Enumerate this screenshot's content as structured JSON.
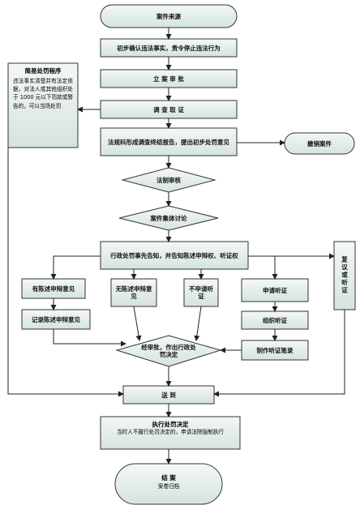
{
  "nodes": {
    "source": "案件来源",
    "confirm": "初步确认违法事实，责令停止违法行为",
    "filing": "立 案 审 批",
    "investigate": "调 查 取 证",
    "report": "法规科形成调查终结报告，提出初步处罚意见",
    "cancel": "撤销案件",
    "legal_review": "法制审核",
    "collective": "案件集体讨论",
    "notice": "行政处罚事先告知，并告知陈述申辩权、听证权",
    "simple_title": "简易处罚程序",
    "simple_body": "违法事实清楚并有法定依据，对法人或其他组织处于 1000 元以下罚款或警告的，可以当场处罚",
    "has_statement": "有陈述申辩意见",
    "no_statement": "无陈述申辩意见",
    "no_hearing": "不申请听证",
    "apply_hearing": "申请听证",
    "record_statement": "记录陈述申辩意见",
    "organize_hearing": "组织听证",
    "hearing_record": "制作听证笔录",
    "approval": "经审批，作出行政处罚决定",
    "review": "复议或听证",
    "deliver": "送 到",
    "exec_title": "执行处罚决定",
    "exec_body": "当时人不履行处罚决定的，申请法院强制执行",
    "end_title": "结 案",
    "end_body": "案卷归档"
  },
  "colors": {
    "box_fill": "#dde9e2",
    "stroke": "#333333",
    "arrow": "#222222"
  }
}
